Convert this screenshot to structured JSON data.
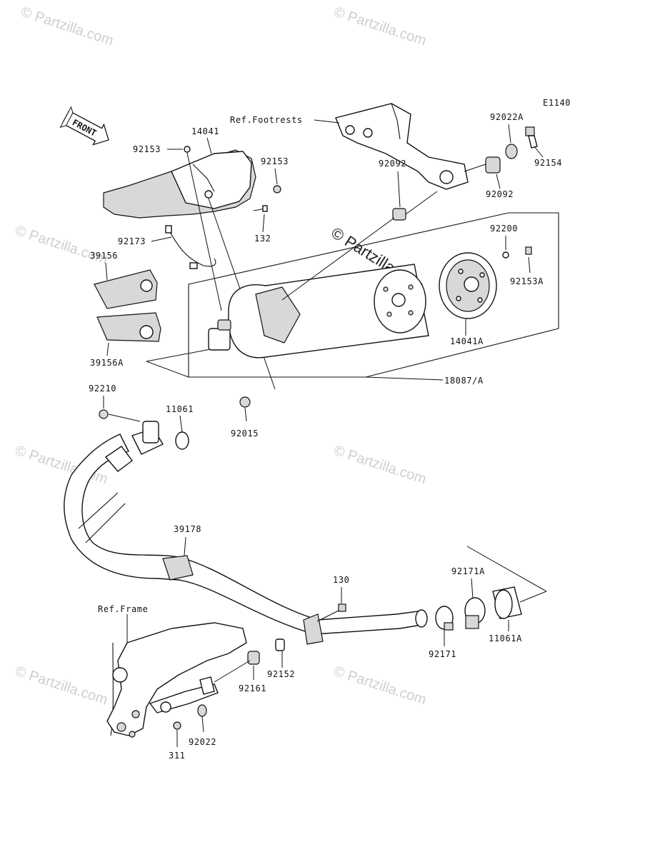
{
  "diagram_code": "E1140",
  "watermarks": {
    "small": "© Partzilla.com",
    "center": "© Partzilla.com"
  },
  "front_arrow": "FRONT",
  "references": {
    "footrests": "Ref.Footrests",
    "frame": "Ref.Frame"
  },
  "part_labels": {
    "p14041": "14041",
    "p92153_left": "92153",
    "p92153_right": "92153",
    "p92173": "92173",
    "p132": "132",
    "p39156": "39156",
    "p39156A": "39156A",
    "p92015": "92015",
    "p92092_top": "92092",
    "p92092_mid": "92092",
    "p92022A": "92022A",
    "p92154": "92154",
    "p92200": "92200",
    "p92153A": "92153A",
    "p14041A": "14041A",
    "p18087A": "18087/A",
    "p92210": "92210",
    "p11061": "11061",
    "p39178": "39178",
    "p130": "130",
    "p92171A": "92171A",
    "p92171": "92171",
    "p11061A": "11061A",
    "p92152": "92152",
    "p92161": "92161",
    "p92022": "92022",
    "p311": "311"
  }
}
